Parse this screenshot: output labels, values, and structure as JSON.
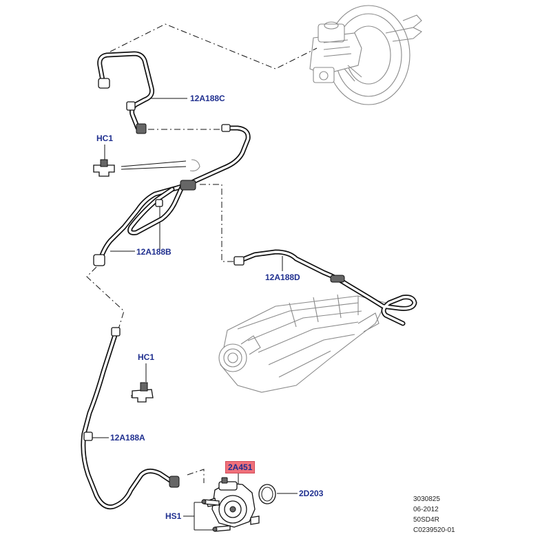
{
  "diagram": {
    "labels": {
      "hose_c": "12A188C",
      "clip_upper": "HC1",
      "hose_b": "12A188B",
      "hose_d": "12A188D",
      "clip_lower": "HC1",
      "hose_a": "12A188A",
      "pump": "2A451",
      "gasket": "2D203",
      "bolts": "HS1"
    },
    "highlight_color": "#f0707a",
    "label_color": "#1f2f8f"
  },
  "footer": {
    "line1": "3030825",
    "line2": "06-2012",
    "line3": "50SD4R",
    "line4": "C0239520-01"
  }
}
